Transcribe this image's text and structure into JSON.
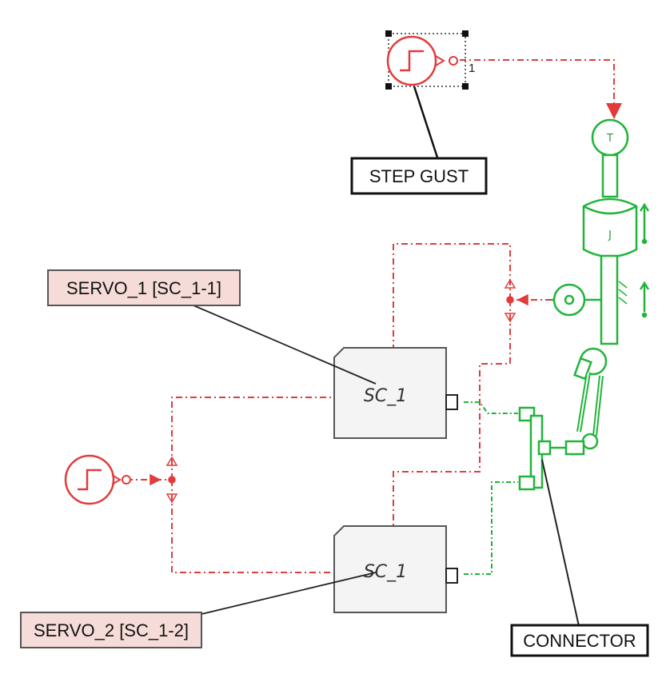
{
  "labels": {
    "step_gust": "STEP GUST",
    "servo_1": "SERVO_1 [SC_1-1]",
    "servo_2": "SERVO_2 [SC_1-2]",
    "connector": "CONNECTOR"
  },
  "blocks": {
    "sc_top": "SC_1",
    "sc_bottom": "SC_1"
  },
  "port_labels": {
    "gust_out": "1"
  },
  "colors": {
    "signal": "#e23b3b",
    "mechanical": "#22b43a",
    "block_fill": "#f4f4f4",
    "block_stroke": "#555555",
    "servo_label_fill": "#f6dcd8"
  },
  "icons": {
    "step_source": "step-function-icon",
    "force_sensor": "force-sensor-icon",
    "mass": "mass-icon",
    "angle_sensor": "angle-sensor-icon",
    "spring": "spring-icon"
  }
}
